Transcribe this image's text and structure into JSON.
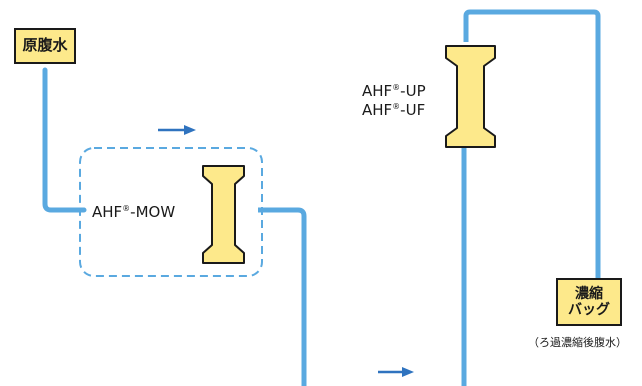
{
  "source": {
    "label": "原腹水"
  },
  "filter_mow": {
    "label": "AHF",
    "mark": "®",
    "suffix": "-MOW"
  },
  "filter_up": {
    "line1_label": "AHF",
    "line1_mark": "®",
    "line1_suffix": "-UP",
    "line2_label": "AHF",
    "line2_mark": "®",
    "line2_suffix": "-UF"
  },
  "bag": {
    "line1": "濃縮",
    "line2": "バッグ",
    "caption": "（ろ過濃縮後腹水）"
  },
  "colors": {
    "tube": "#5aa9e0",
    "arrow": "#2f73bf",
    "dashed_box": "#5aa9e0",
    "filter_fill": "#fde98b",
    "outline": "#1a1a1a"
  },
  "icons": {
    "flow_arrow": "right-arrow-icon",
    "filter": "filter-cartridge-icon"
  }
}
